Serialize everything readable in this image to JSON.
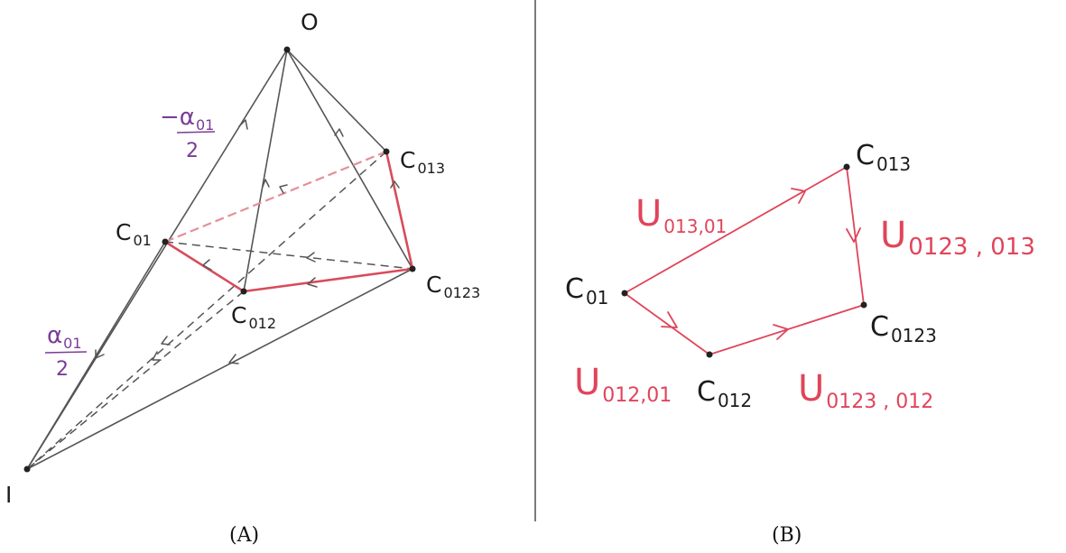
{
  "panel_a": {
    "caption": "(A)",
    "vertex_top": "O",
    "vertex_bottom": "I",
    "nodes": {
      "c01": {
        "base": "C",
        "sub": "01"
      },
      "c013": {
        "base": "C",
        "sub": "013"
      },
      "c0123": {
        "base": "C",
        "sub": "0123"
      },
      "c012": {
        "base": "C",
        "sub": "012"
      }
    },
    "edge_labels": {
      "upper": {
        "base": "−α",
        "sub": "01",
        "denominator": "2"
      },
      "lower": {
        "base": "α",
        "sub": "01",
        "denominator": "2"
      }
    }
  },
  "panel_b": {
    "caption": "(B)",
    "nodes": {
      "c013": {
        "base": "C",
        "sub": "013"
      },
      "c01": {
        "base": "C",
        "sub": "01"
      },
      "c0123": {
        "base": "C",
        "sub": "0123"
      },
      "c012": {
        "base": "C",
        "sub": "012"
      }
    },
    "edge_labels": {
      "u013_01": {
        "base": "U",
        "sub": "013,01"
      },
      "u0123_013": {
        "base": "U",
        "sub": "0123 , 013"
      },
      "u012_01": {
        "base": "U",
        "sub": "012,01"
      },
      "u0123_012": {
        "base": "U",
        "sub": "0123 , 012"
      }
    }
  },
  "colors": {
    "ink": "#555555",
    "red": "#e0455a",
    "purple": "#7a3d97"
  }
}
